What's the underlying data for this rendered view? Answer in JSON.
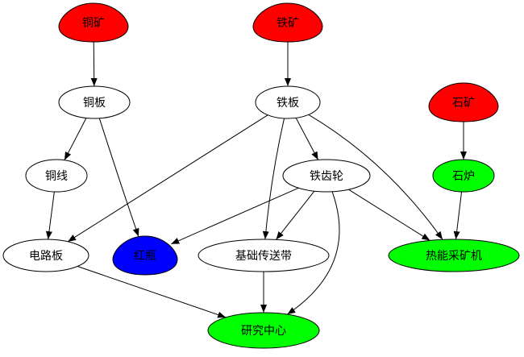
{
  "graph": {
    "nodes": [
      {
        "id": "copper_ore",
        "label": "铜矿",
        "shape": "egg",
        "fill": "#ff0000"
      },
      {
        "id": "iron_ore",
        "label": "铁矿",
        "shape": "egg",
        "fill": "#ff0000"
      },
      {
        "id": "stone_ore",
        "label": "石矿",
        "shape": "egg",
        "fill": "#ff0000"
      },
      {
        "id": "copper_plate",
        "label": "铜板",
        "shape": "ellipse",
        "fill": "#ffffff"
      },
      {
        "id": "iron_plate",
        "label": "铁板",
        "shape": "ellipse",
        "fill": "#ffffff"
      },
      {
        "id": "copper_wire",
        "label": "铜线",
        "shape": "ellipse",
        "fill": "#ffffff"
      },
      {
        "id": "iron_gear",
        "label": "铁齿轮",
        "shape": "ellipse",
        "fill": "#ffffff"
      },
      {
        "id": "stone_furnace",
        "label": "石炉",
        "shape": "ellipse",
        "fill": "#00ff00"
      },
      {
        "id": "circuit",
        "label": "电路板",
        "shape": "ellipse",
        "fill": "#ffffff"
      },
      {
        "id": "red_flask",
        "label": "红瓶",
        "shape": "egg",
        "fill": "#0000ff"
      },
      {
        "id": "belt",
        "label": "基础传送带",
        "shape": "ellipse",
        "fill": "#ffffff"
      },
      {
        "id": "drill",
        "label": "热能采矿机",
        "shape": "ellipse",
        "fill": "#00ff00"
      },
      {
        "id": "lab",
        "label": "研究中心",
        "shape": "ellipse",
        "fill": "#00ff00"
      }
    ],
    "edges": [
      {
        "from": "copper_ore",
        "to": "copper_plate"
      },
      {
        "from": "iron_ore",
        "to": "iron_plate"
      },
      {
        "from": "copper_plate",
        "to": "copper_wire"
      },
      {
        "from": "copper_plate",
        "to": "red_flask"
      },
      {
        "from": "iron_plate",
        "to": "circuit"
      },
      {
        "from": "iron_plate",
        "to": "belt"
      },
      {
        "from": "iron_plate",
        "to": "iron_gear"
      },
      {
        "from": "iron_plate",
        "to": "drill"
      },
      {
        "from": "stone_ore",
        "to": "stone_furnace"
      },
      {
        "from": "copper_wire",
        "to": "circuit"
      },
      {
        "from": "iron_gear",
        "to": "red_flask"
      },
      {
        "from": "iron_gear",
        "to": "belt"
      },
      {
        "from": "iron_gear",
        "to": "drill"
      },
      {
        "from": "iron_gear",
        "to": "lab"
      },
      {
        "from": "stone_furnace",
        "to": "drill"
      },
      {
        "from": "circuit",
        "to": "lab"
      },
      {
        "from": "belt",
        "to": "lab"
      }
    ]
  }
}
